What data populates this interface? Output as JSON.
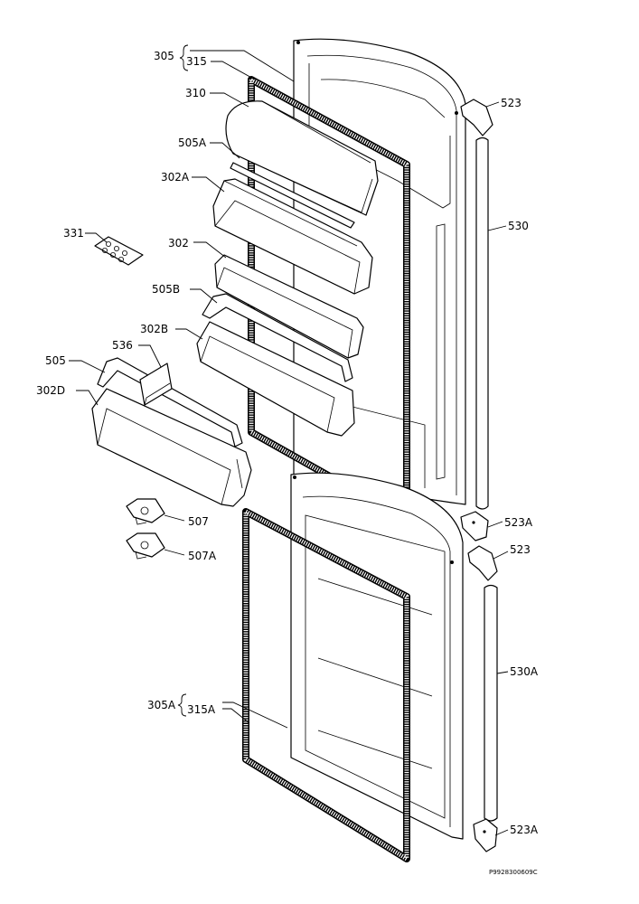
{
  "labels": {
    "l305": "305",
    "l315": "315",
    "l310": "310",
    "l505A": "505A",
    "l302A": "302A",
    "l331": "331",
    "l302": "302",
    "l505B": "505B",
    "l302B": "302B",
    "l536": "536",
    "l505": "505",
    "l302D": "302D",
    "l507": "507",
    "l507A": "507A",
    "l523_top": "523",
    "l530": "530",
    "l523A_mid": "523A",
    "l523_mid": "523",
    "l530A": "530A",
    "l305A": "305A",
    "l315A": "315A",
    "l523A_bot": "523A"
  },
  "reference_code": "P9928300609C"
}
